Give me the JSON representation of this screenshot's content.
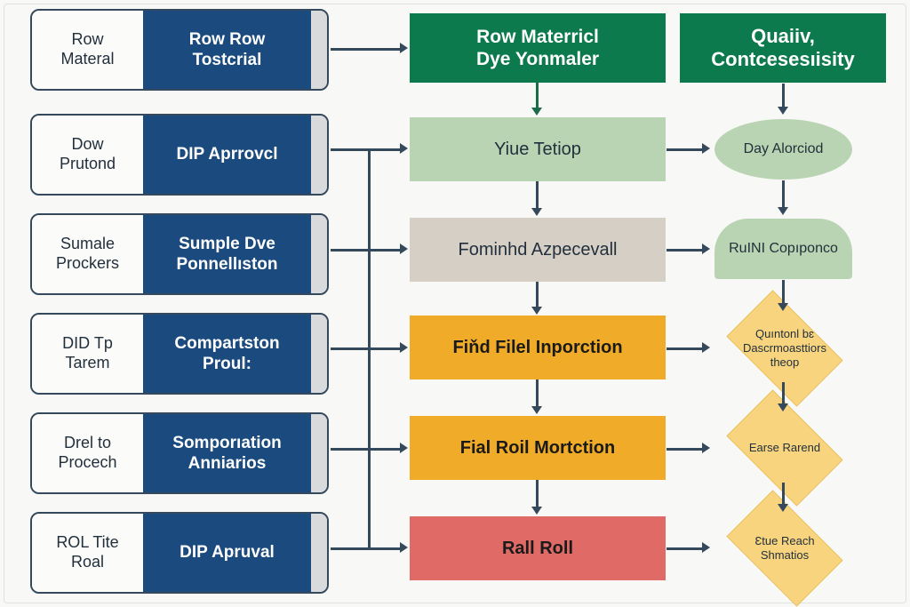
{
  "diagram": {
    "title": "Textile dyeing process flowchart",
    "colors": {
      "navy": "#1b4b7e",
      "green_header": "#0c7a4d",
      "light_green": "#b9d4b2",
      "beige": "#d6cfc5",
      "orange": "#f0ab28",
      "red": "#e06b66",
      "yellow_diamond": "#f8d47e",
      "connector": "#35495c",
      "card_tab": "#d8dadb",
      "background": "#f8f8f6"
    }
  },
  "left_column": {
    "name": "process-stage-cards",
    "cards": [
      {
        "label": "Row\nMateral",
        "value": "Row Row\nTostcrial"
      },
      {
        "label": "Dow\nPrutond",
        "value": "DIP Aprrovcl"
      },
      {
        "label": "Sumale\nProckers",
        "value": "Sumple Dve\nPonnellıston"
      },
      {
        "label": "DID Tp\nTarem",
        "value": "Compartston\nProul:"
      },
      {
        "label": "Drel to\nProcech",
        "value": "Somporıation\nAnniarios"
      },
      {
        "label": "ROL Tite\nRoal",
        "value": "DIP Apruval"
      }
    ]
  },
  "middle_column": {
    "name": "dyeing-flow",
    "header": "Row Materricl\nDye Yonmaler",
    "steps": [
      {
        "label": "Yiue Tetiop",
        "style": "light-green"
      },
      {
        "label": "Fominhd Azpecevall",
        "style": "beige"
      },
      {
        "label": "Fiňd Filel Inporction",
        "style": "orange"
      },
      {
        "label": "Fial Roil Mortction",
        "style": "orange"
      },
      {
        "label": "Rall Roll",
        "style": "red"
      }
    ]
  },
  "right_column": {
    "name": "quality-control-flow",
    "header": "Quaiiv,\nContcesesıisity",
    "nodes": [
      {
        "label": "Day Alorciod",
        "shape": "ellipse"
      },
      {
        "label": "RuINI Copıponco",
        "shape": "rounded-top"
      },
      {
        "label": "Quıntonl bɛ\nDascrmoasttiors\ntheop",
        "shape": "diamond"
      },
      {
        "label": "Earse Rarend",
        "shape": "diamond"
      },
      {
        "label": "Ɛtue Reach\nShmatios",
        "shape": "diamond"
      }
    ]
  }
}
